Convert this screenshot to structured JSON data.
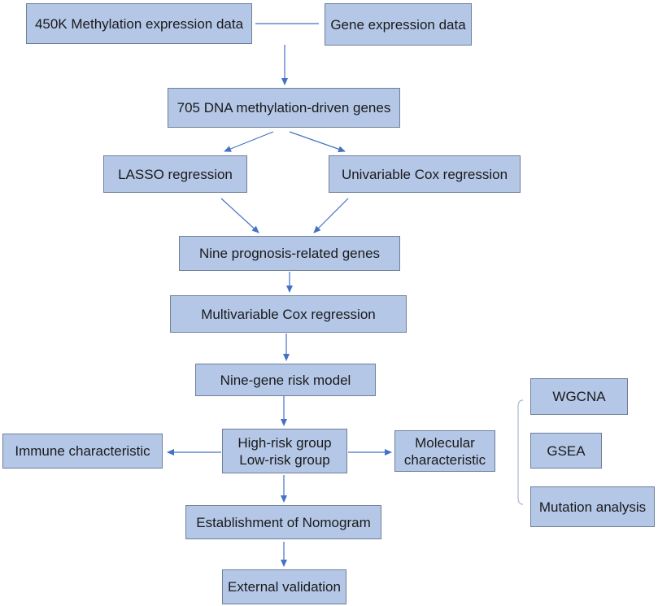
{
  "diagram": {
    "nodes": {
      "methylation_450k": "450K Methylation expression data",
      "gene_expression": "Gene expression data",
      "dna_methylation_genes": "705 DNA methylation-driven genes",
      "lasso": "LASSO regression",
      "univariable_cox": "Univariable Cox regression",
      "nine_prognosis_genes": "Nine prognosis-related genes",
      "multivariable_cox": "Multivariable Cox regression",
      "nine_gene_model": "Nine-gene risk model",
      "risk_group_high": "High-risk group",
      "risk_group_low": "Low-risk group",
      "immune": "Immune characteristic",
      "molecular_line1": "Molecular",
      "molecular_line2": "characteristic",
      "wgcna": "WGCNA",
      "gsea": "GSEA",
      "mutation": "Mutation analysis",
      "nomogram": "Establishment of Nomogram",
      "external_validation": "External validation"
    }
  },
  "colors": {
    "box_fill": "#b4c7e7",
    "box_border": "#6f7f99",
    "arrow": "#4472c4"
  }
}
